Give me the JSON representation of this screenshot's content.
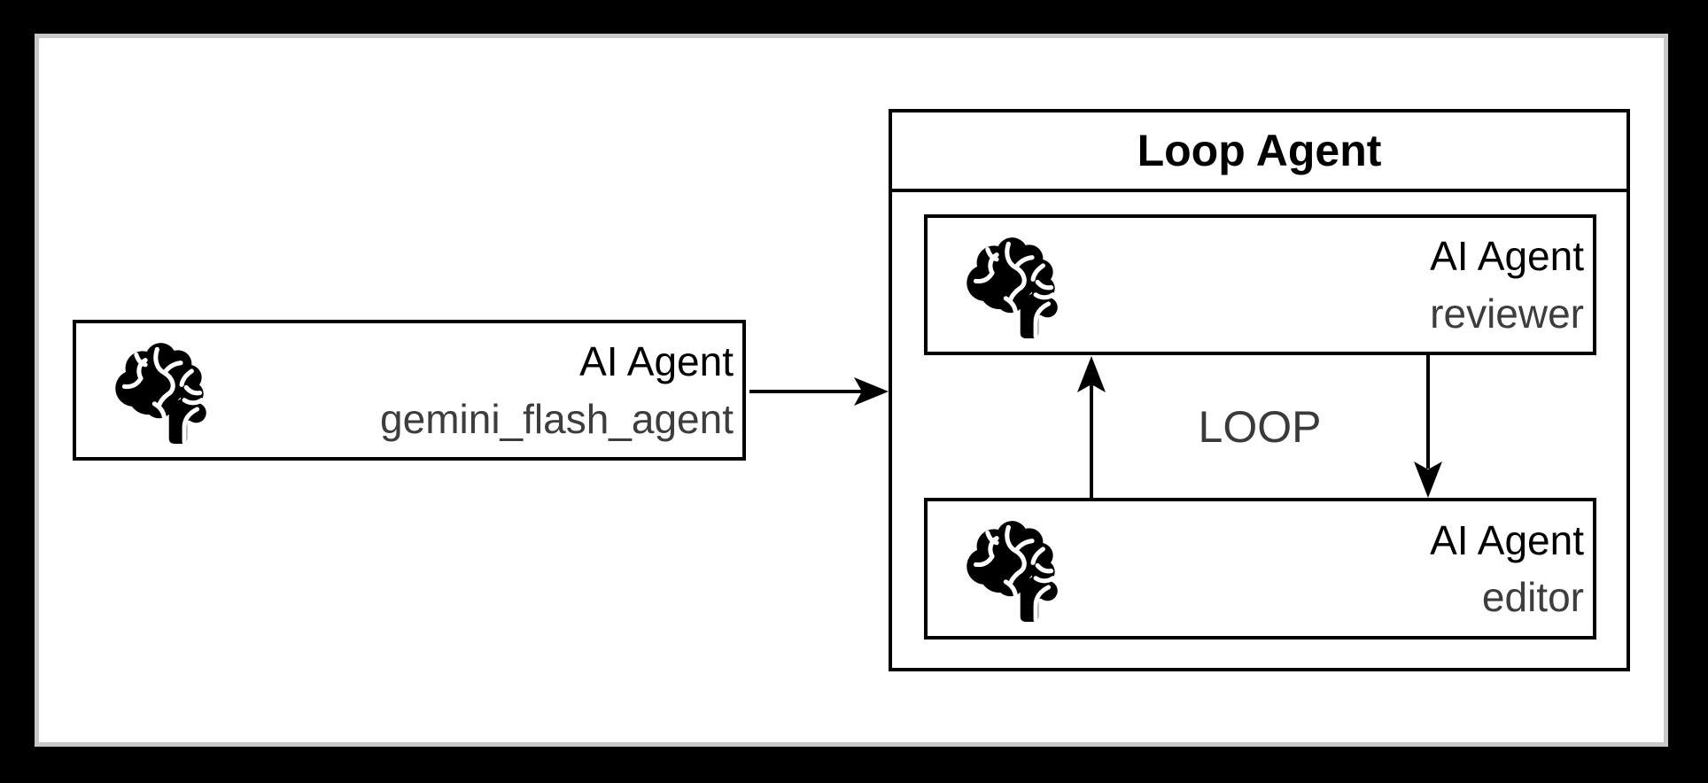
{
  "diagram": {
    "background_color": "#000000",
    "canvas_color": "#ffffff",
    "canvas_border_color": "#c8c8c8",
    "node_border_color": "#000000",
    "primary_text_color": "#000000",
    "secondary_text_color": "#3d3d3d",
    "icon": "brain-icon",
    "external_agent": {
      "title": "AI Agent",
      "name": "gemini_flash_agent"
    },
    "loop_container": {
      "title": "Loop Agent",
      "loop_label": "LOOP",
      "children": [
        {
          "title": "AI Agent",
          "name": "reviewer"
        },
        {
          "title": "AI Agent",
          "name": "editor"
        }
      ]
    }
  }
}
